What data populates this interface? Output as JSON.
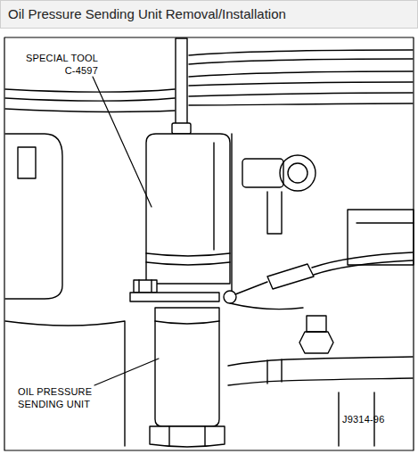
{
  "diagram": {
    "title": "Oil Pressure Sending Unit Removal/Installation",
    "labels": [
      "SPECIAL TOOL C-4597",
      "OIL PRESSURE SENDING UNIT",
      "J9314-96"
    ]
  }
}
